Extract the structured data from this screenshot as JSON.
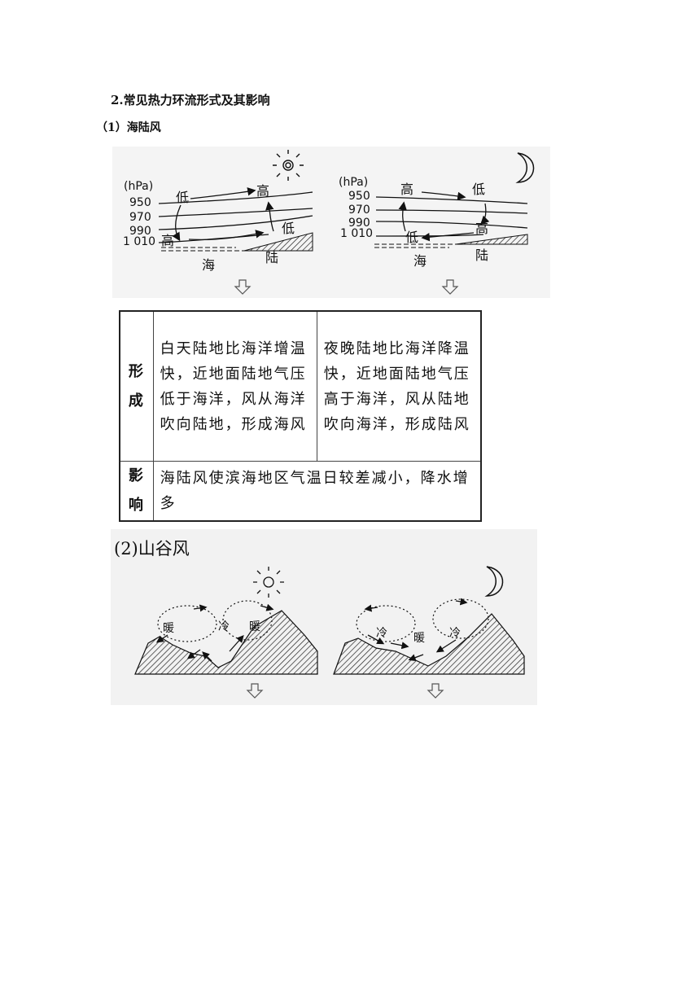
{
  "heading": "2.常见热力环流形式及其影响",
  "section1": {
    "title": "（1）海陆风",
    "unit": "(hPa)",
    "pressures": [
      "950",
      "970",
      "990",
      "1 010"
    ],
    "day": {
      "high_top": "高",
      "low_top": "低",
      "high_bottom": "高",
      "low_bottom": "低",
      "sea": "海",
      "land": "陆"
    },
    "night": {
      "high_top": "高",
      "low_top": "低",
      "high_bottom": "高",
      "low_bottom": "低",
      "sea": "海",
      "land": "陆"
    }
  },
  "table": {
    "formation_label": [
      "形",
      "成"
    ],
    "influence_label": [
      "影",
      "响"
    ],
    "day_text": "白天陆地比海洋增温快，近地面陆地气压低于海洋，风从海洋吹向陆地，形成海风",
    "night_text": "夜晚陆地比海洋降温快，近地面陆地气压高于海洋，风从陆地吹向海洋，形成陆风",
    "influence_text": "海陆风使滨海地区气温日较差减小，降水增多"
  },
  "section2": {
    "title": "(2)山谷风",
    "day": {
      "warm_left": "暖",
      "cold": "冷",
      "warm_right": "暖"
    },
    "night": {
      "cold_left": "冷",
      "warm": "暖",
      "cold_right": "冷"
    }
  }
}
